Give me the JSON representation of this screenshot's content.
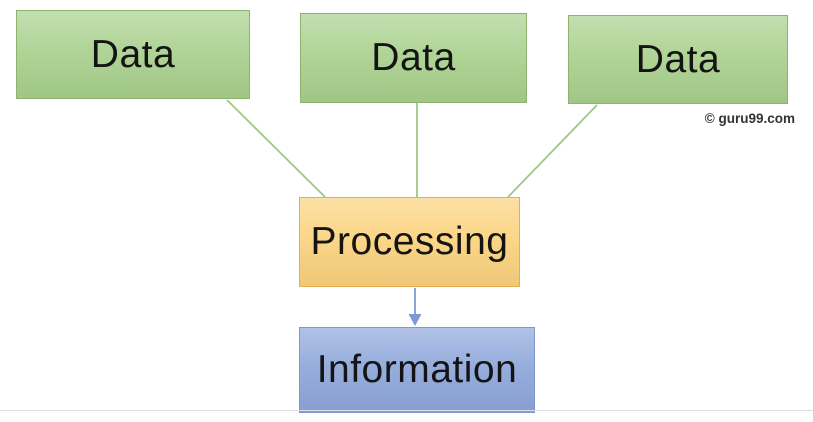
{
  "watermark": "© guru99.com",
  "nodes": [
    {
      "id": "data-1",
      "label": "Data",
      "type": "input",
      "fill": "#A9D18E"
    },
    {
      "id": "data-2",
      "label": "Data",
      "type": "input",
      "fill": "#A9D18E"
    },
    {
      "id": "data-3",
      "label": "Data",
      "type": "input",
      "fill": "#A9D18E"
    },
    {
      "id": "processing",
      "label": "Processing",
      "type": "process",
      "fill": "#FBD37E"
    },
    {
      "id": "information",
      "label": "Information",
      "type": "output",
      "fill": "#8EA7DA"
    }
  ],
  "edges": [
    {
      "from": "data-1",
      "to": "processing",
      "arrow": false
    },
    {
      "from": "data-2",
      "to": "processing",
      "arrow": false
    },
    {
      "from": "data-3",
      "to": "processing",
      "arrow": false
    },
    {
      "from": "processing",
      "to": "information",
      "arrow": true
    }
  ],
  "colors": {
    "green_fill": "#A9D18E",
    "green_border": "#8FB26F",
    "connector_green": "#9CC886",
    "orange_fill": "#FBD37E",
    "orange_border": "#E7AD4A",
    "blue_fill": "#8EA7DA",
    "blue_border": "#7E97CF",
    "arrow_blue": "#7D99D4",
    "text": "#141414",
    "watermark_text": "#333333",
    "baseline": "#DCDCE6"
  }
}
